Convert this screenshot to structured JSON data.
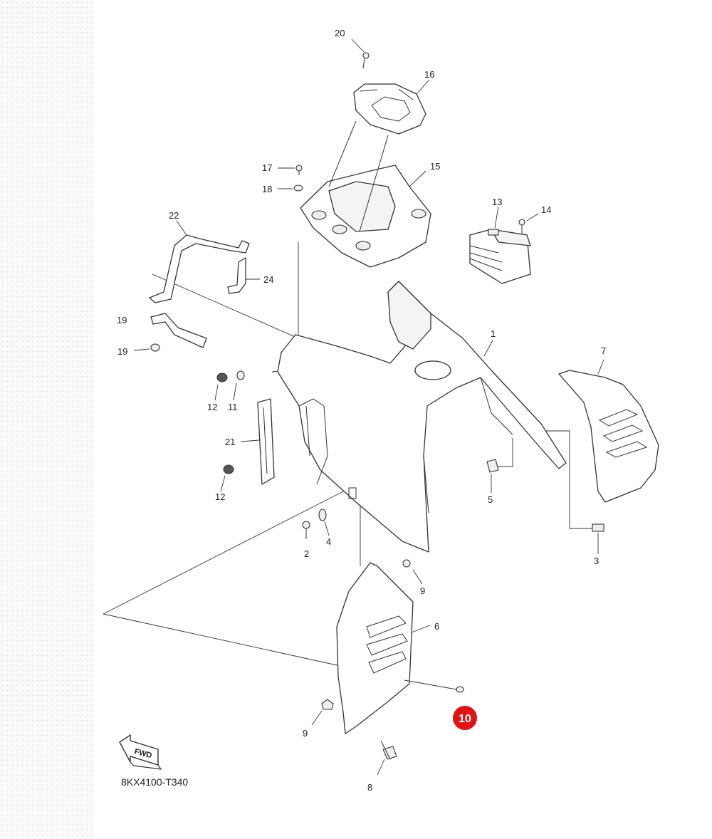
{
  "diagram": {
    "drawing_code": "8KX4100-T340",
    "fwd_label": "FWD",
    "highlighted": "10",
    "highlight_color": "#e01414",
    "callouts": {
      "c1": "1",
      "c2": "2",
      "c3": "3",
      "c4": "4",
      "c5": "5",
      "c6": "6",
      "c7": "7",
      "c8": "8",
      "c9a": "9",
      "c9b": "9",
      "c10": "10",
      "c11": "11",
      "c12a": "12",
      "c12b": "12",
      "c13": "13",
      "c14": "14",
      "c15": "15",
      "c16": "16",
      "c17": "17",
      "c18": "18",
      "c19": "19",
      "c19b": "19",
      "c20": "20",
      "c21": "21",
      "c22": "22",
      "c24": "24"
    }
  }
}
